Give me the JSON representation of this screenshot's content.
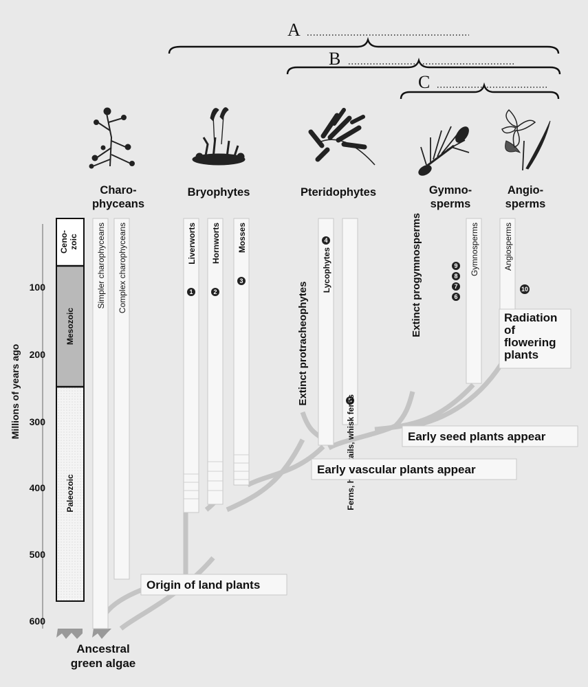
{
  "braces": {
    "a": {
      "label": "A"
    },
    "b": {
      "label": "B"
    },
    "c": {
      "label": "C"
    }
  },
  "groups": [
    {
      "line1": "Charo-",
      "line2": "phyceans"
    },
    {
      "line1": "Bryophytes"
    },
    {
      "line1": "Pteridophytes"
    },
    {
      "line1": "Gymno-",
      "line2": "sperms"
    },
    {
      "line1": "Angio-",
      "line2": "sperms"
    }
  ],
  "eras": [
    {
      "line1": "Ceno-",
      "line2": "zoic"
    },
    {
      "label": "Mesozoic"
    },
    {
      "label": "Paleozoic"
    }
  ],
  "axis": {
    "label": "Millions of years ago",
    "ticks": [
      "100",
      "200",
      "300",
      "400",
      "500",
      "600"
    ]
  },
  "lineages": {
    "simpler": "Simpler charophyceans",
    "complex": "Complex charophyceans",
    "liverworts": "Liverworts",
    "hornworts": "Hornworts",
    "mosses": "Mosses",
    "protracheophytes": "Extinct protracheophytes",
    "lycophytes": "Lycophytes",
    "ferns": "Ferns, horsetails, whisk ferns",
    "progymnosperms": "Extinct progymnosperms",
    "gymnosperms": "Gymnosperms",
    "angiosperms": "Angiosperms"
  },
  "numbers": {
    "n1": "1",
    "n2": "2",
    "n3": "3",
    "n4": "4",
    "n5": "5",
    "n6": "6",
    "n7": "7",
    "n8": "8",
    "n9": "9",
    "n10": "10"
  },
  "events": {
    "radiation": {
      "line1": "Radiation",
      "line2": "of",
      "line3": "flowering",
      "line4": "plants"
    },
    "seed": "Early seed plants appear",
    "vascular": "Early vascular plants appear",
    "origin": "Origin of land plants"
  },
  "root": {
    "line1": "Ancestral",
    "line2": "green algae"
  }
}
